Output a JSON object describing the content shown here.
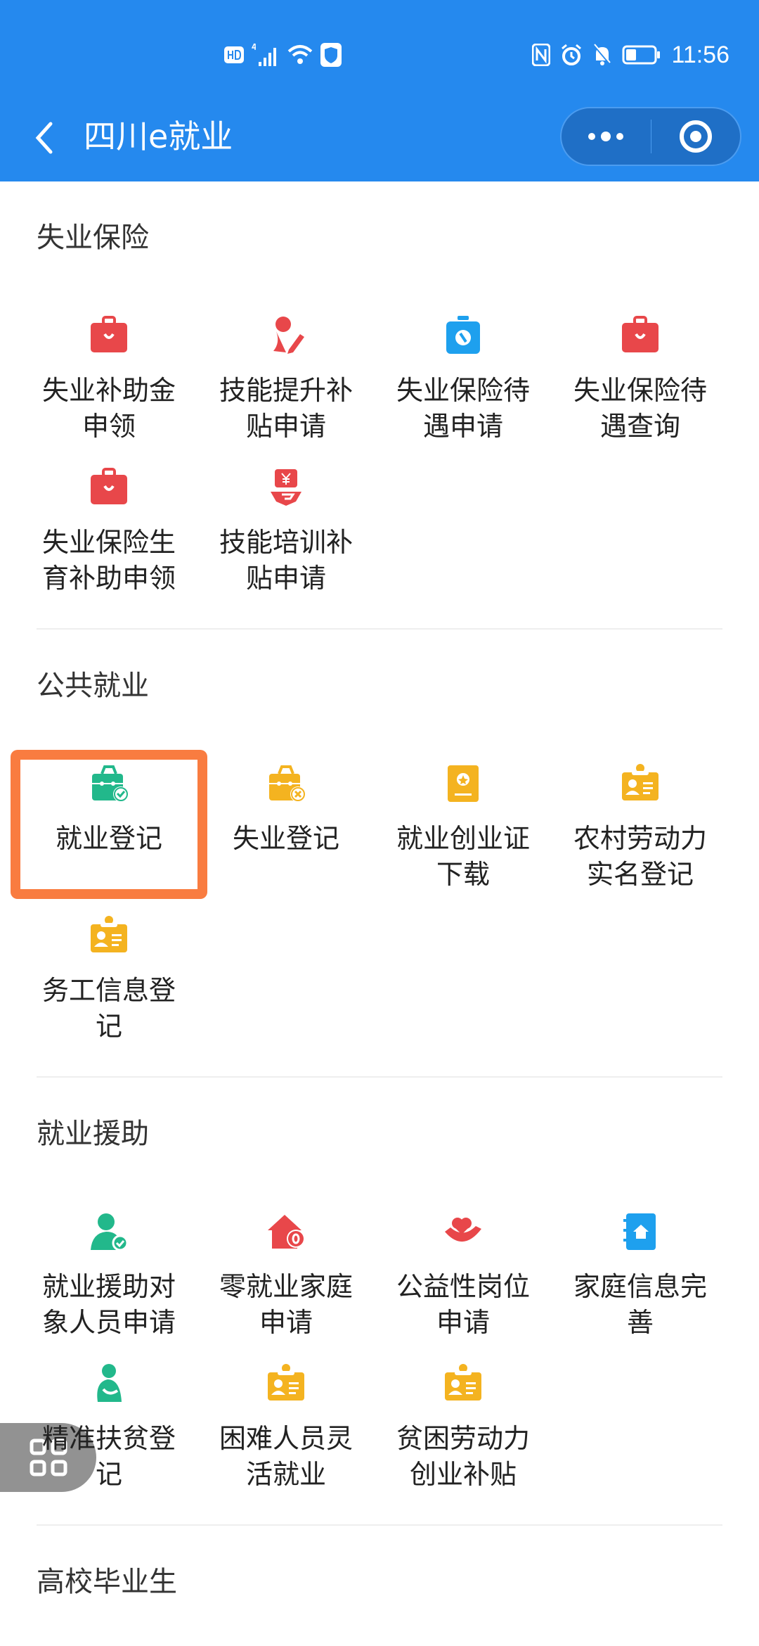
{
  "status_bar": {
    "left_icons": [
      "hd-icon",
      "4g-signal-icon",
      "wifi-icon",
      "shield-icon"
    ],
    "right_icons": [
      "nfc-icon",
      "alarm-icon",
      "mute-bell-icon",
      "battery-icon"
    ],
    "time": "11:56"
  },
  "nav": {
    "title": "四川e就业",
    "back_icon": "chevron-left-icon",
    "more_icon": "more-dots-icon",
    "close_icon": "target-circle-icon"
  },
  "colors": {
    "header": "#2589ee",
    "red": "#e8474a",
    "blue": "#1ea0ee",
    "green": "#22b88b",
    "yellow": "#f4b320",
    "highlight": "#f97c40"
  },
  "sections": [
    {
      "title": "失业保险",
      "items": [
        {
          "label": "失业补助金申领",
          "icon": "briefcase-icon",
          "color": "#e8474a"
        },
        {
          "label": "技能提升补贴申请",
          "icon": "person-pen-icon",
          "color": "#e8474a"
        },
        {
          "label": "失业保险待遇申请",
          "icon": "camera-bag-icon",
          "color": "#1ea0ee"
        },
        {
          "label": "失业保险待遇查询",
          "icon": "briefcase-icon",
          "color": "#e8474a"
        },
        {
          "label": "失业保险生育补助申领",
          "icon": "briefcase-icon",
          "color": "#e8474a"
        },
        {
          "label": "技能培训补贴申请",
          "icon": "yuan-hand-icon",
          "color": "#e8474a"
        }
      ]
    },
    {
      "title": "公共就业",
      "items": [
        {
          "label": "就业登记",
          "icon": "bag-check-icon",
          "color": "#22b88b",
          "selected": true
        },
        {
          "label": "失业登记",
          "icon": "bag-x-icon",
          "color": "#f4b320"
        },
        {
          "label": "就业创业证下载",
          "icon": "certificate-icon",
          "color": "#f4b320"
        },
        {
          "label": "农村劳动力实名登记",
          "icon": "id-badge-icon",
          "color": "#f4b320"
        },
        {
          "label": "务工信息登记",
          "icon": "id-badge-icon",
          "color": "#f4b320"
        }
      ]
    },
    {
      "title": "就业援助",
      "items": [
        {
          "label": "就业援助对象人员申请",
          "icon": "person-check-icon",
          "color": "#22b88b"
        },
        {
          "label": "零就业家庭申请",
          "icon": "house-zero-icon",
          "color": "#e8474a"
        },
        {
          "label": "公益性岗位申请",
          "icon": "heart-hand-icon",
          "color": "#e8474a"
        },
        {
          "label": "家庭信息完善",
          "icon": "home-book-icon",
          "color": "#1ea0ee"
        },
        {
          "label": "精准扶贫登记",
          "icon": "person-sit-icon",
          "color": "#22b88b"
        },
        {
          "label": "困难人员灵活就业",
          "icon": "id-badge-icon",
          "color": "#f4b320"
        },
        {
          "label": "贫困劳动力创业补贴",
          "icon": "id-badge-icon",
          "color": "#f4b320"
        }
      ]
    },
    {
      "title": "高校毕业生",
      "items": []
    }
  ],
  "floating": {
    "icon": "qr-grid-icon"
  }
}
